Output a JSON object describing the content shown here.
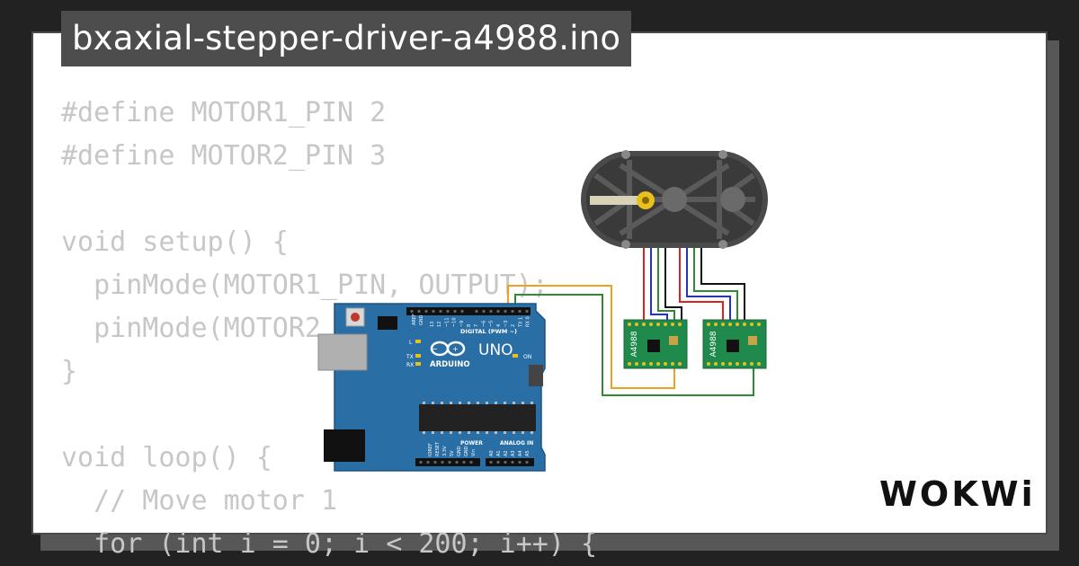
{
  "title": "bxaxial-stepper-driver-a4988.ino",
  "code_lines": [
    "#define MOTOR1_PIN 2",
    "#define MOTOR2_PIN 3",
    "",
    "void setup() {",
    "  pinMode(MOTOR1_PIN, OUTPUT);",
    "  pinMode(MOTOR2",
    "}",
    "",
    "void loop() {",
    "  // Move motor 1",
    "  for (int i = 0; i < 200; i++) {"
  ],
  "arduino": {
    "brand": "ARDUINO",
    "model": "UNO",
    "digital_header": "DIGITAL (PWM ~)",
    "power_header": "POWER",
    "analog_header": "ANALOG IN",
    "led_l": "L",
    "led_tx": "TX",
    "led_rx": "RX",
    "led_on": "ON",
    "left_labels": [
      "AREF",
      "GND"
    ],
    "digital_pins": [
      "13",
      "12",
      "~11",
      "~10",
      "~9",
      "8",
      "7",
      "~6",
      "~5",
      "4",
      "~3",
      "2",
      "TX 1",
      "RX 0"
    ],
    "power_pins": [
      "IOREF",
      "RESET",
      "3.3V",
      "5V",
      "GND",
      "GND",
      "Vin"
    ],
    "analog_pins": [
      "A0",
      "A1",
      "A2",
      "A3",
      "A4",
      "A5"
    ]
  },
  "drivers": [
    {
      "label": "A4988"
    },
    {
      "label": "A4988"
    }
  ],
  "logo": "WOKWi",
  "colors": {
    "background": "#222222",
    "card": "#ffffff",
    "title_bg": "#4d4d4d",
    "code_text": "#c7c7c7",
    "arduino_blue": "#2a6ea6",
    "driver_green": "#1f8a4c",
    "wire_orange": "#f0a020",
    "wire_green": "#2e8b2e",
    "wire_red": "#e02020",
    "wire_blue": "#2030e0"
  }
}
